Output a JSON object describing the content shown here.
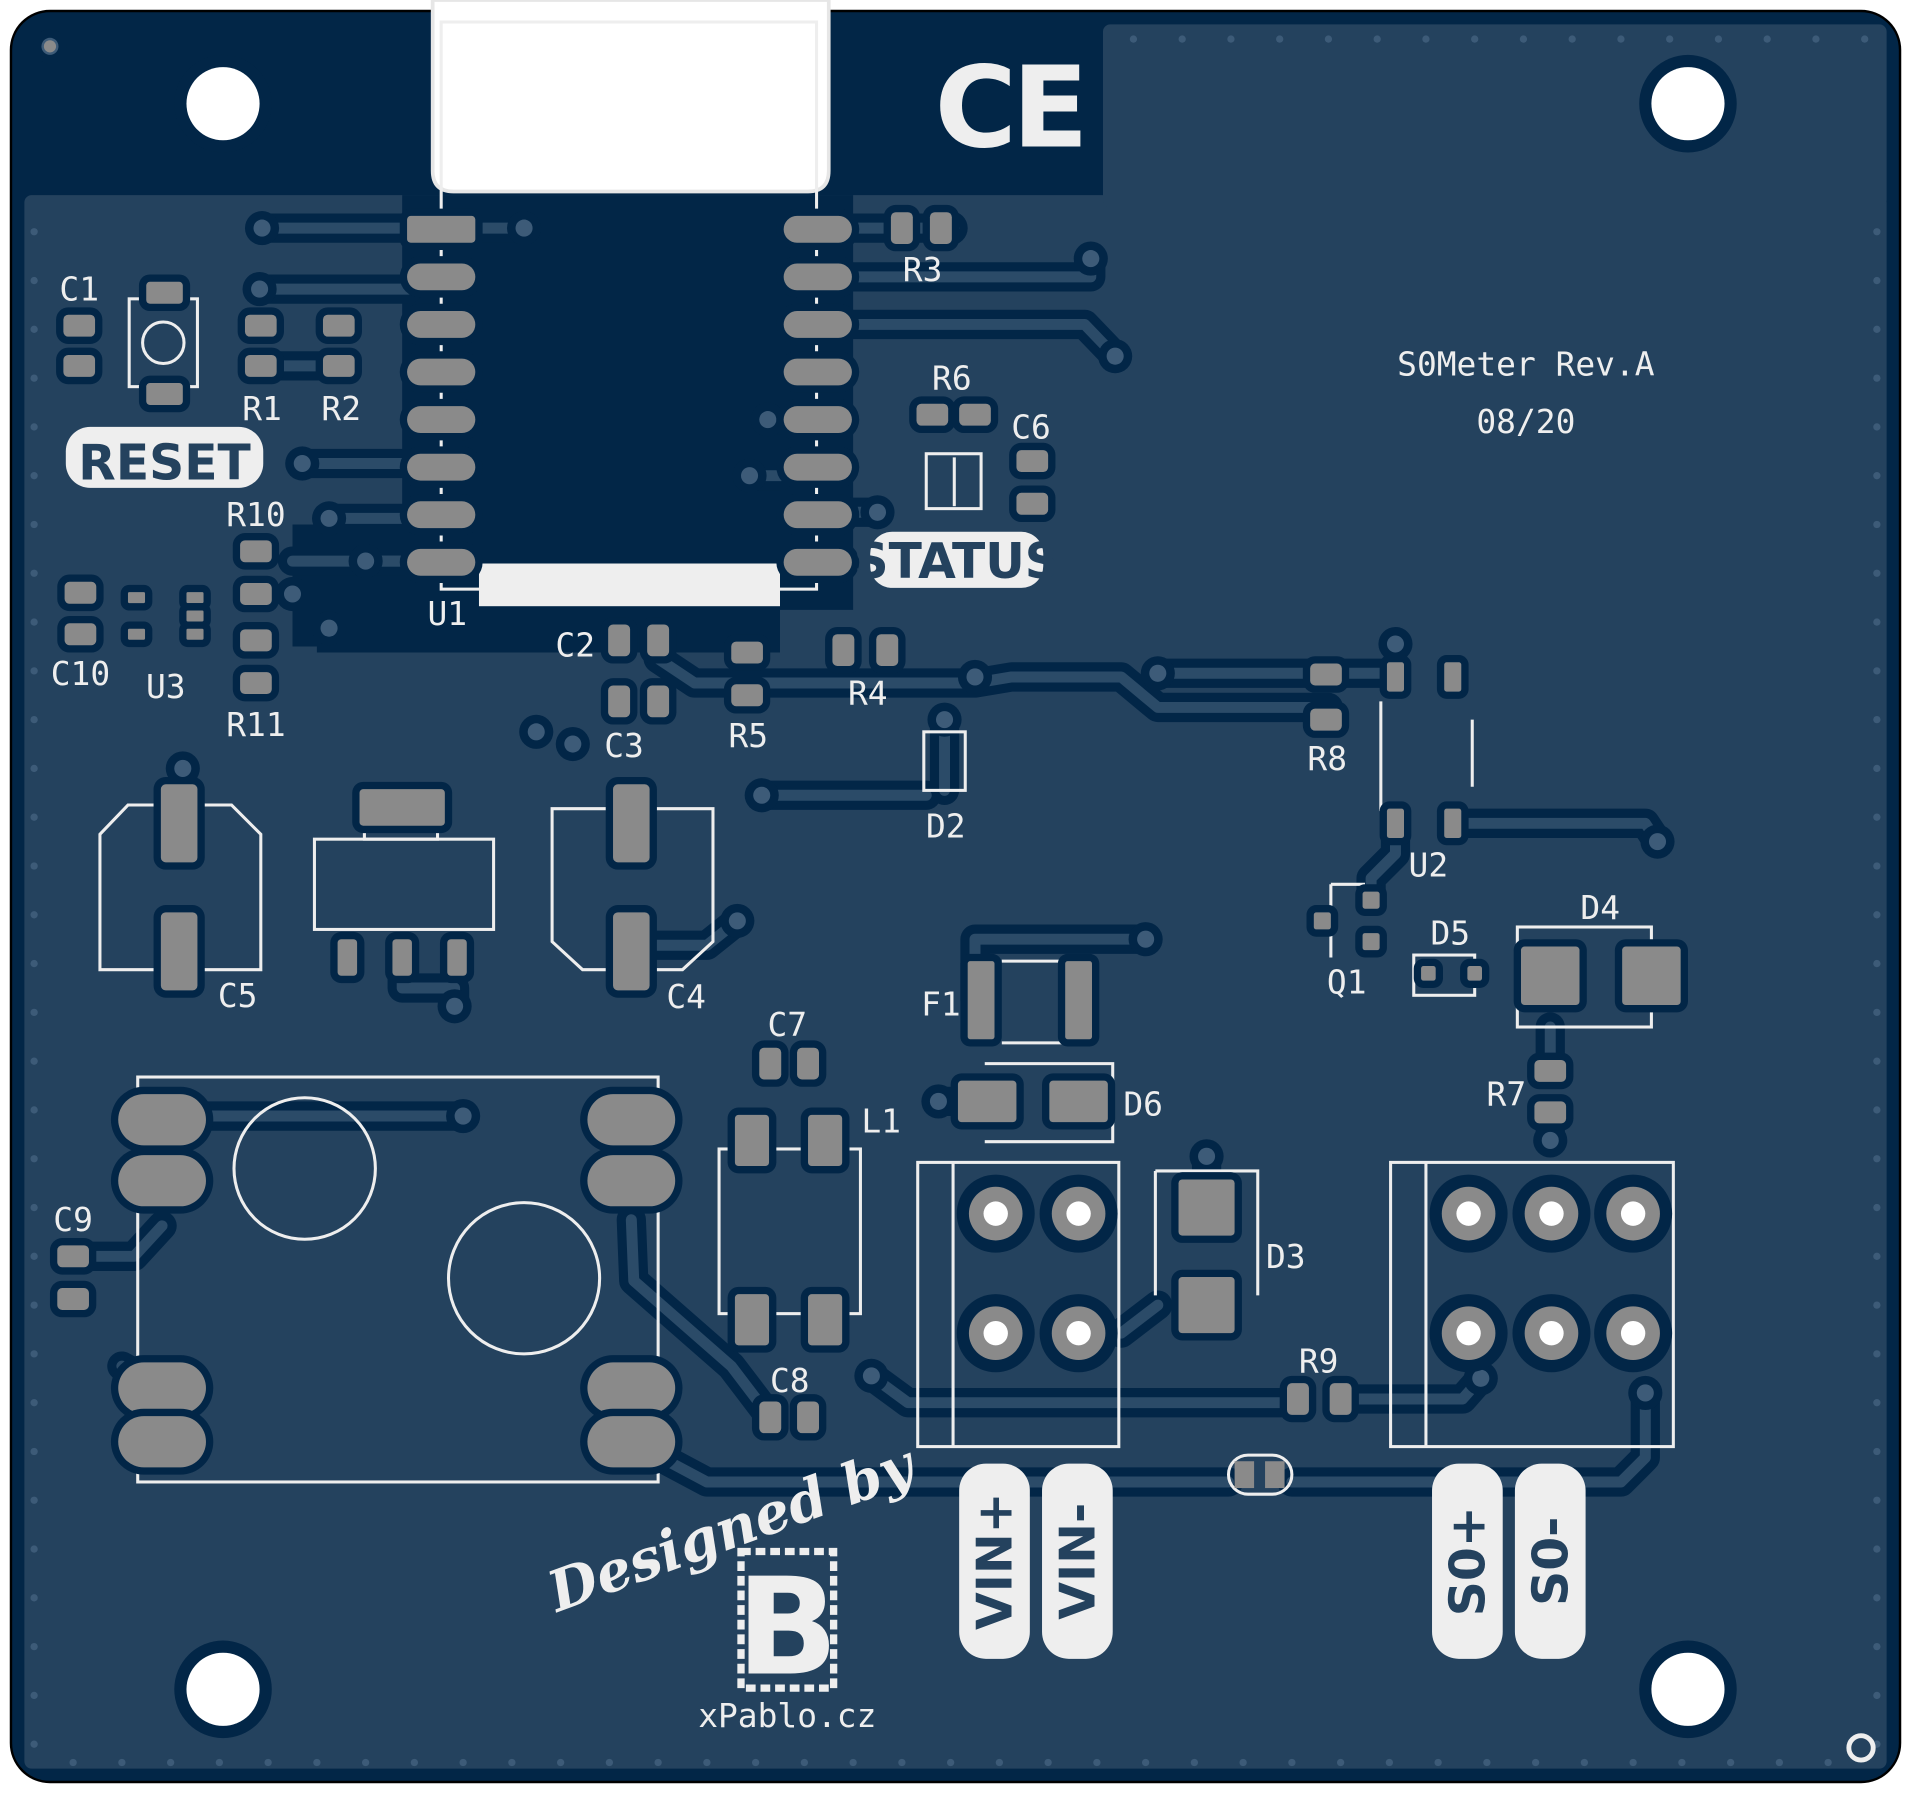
{
  "board": {
    "title": "S0Meter Rev.A",
    "date": "08/20",
    "ce_mark": "CE"
  },
  "labels": {
    "reset": "RESET",
    "status": "STATUS"
  },
  "refs": {
    "C1": "C1",
    "R1": "R1",
    "R2": "R2",
    "R10": "R10",
    "C10": "C10",
    "U3": "U3",
    "R11": "R11",
    "U1": "U1",
    "C2": "C2",
    "C3": "C3",
    "R5": "R5",
    "R4": "R4",
    "D2": "D2",
    "R3": "R3",
    "R6": "R6",
    "C6": "C6",
    "R8": "R8",
    "U2": "U2",
    "Q1": "Q1",
    "D5": "D5",
    "D4": "D4",
    "R7": "R7",
    "F1": "F1",
    "D6": "D6",
    "C7": "C7",
    "L1": "L1",
    "C5": "C5",
    "C4": "C4",
    "C9": "C9",
    "C8": "C8",
    "D3": "D3",
    "R9": "R9"
  },
  "connectors": {
    "vin_plus": "VIN+",
    "vin_minus": "VIN-",
    "s0_plus": "S0+",
    "s0_minus": "S0-"
  },
  "credits": {
    "designed_by": "Designed by",
    "logo": "B",
    "website": "xPablo.cz"
  },
  "colors": {
    "soldermask_dark": "#022647",
    "soldermask": "#24425e",
    "pad": "#8a8a8a",
    "silkscreen": "#eeeeee"
  }
}
